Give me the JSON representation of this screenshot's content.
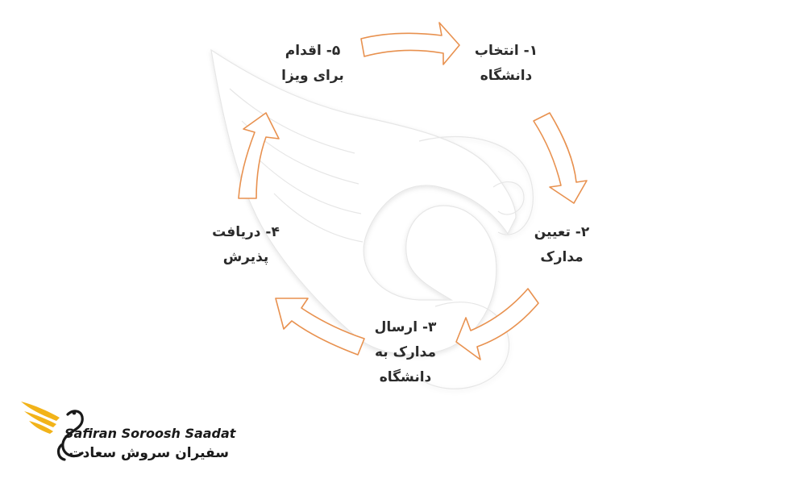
{
  "steps": [
    {
      "line1": "۱- انتخاب",
      "line2": "دانشگاه"
    },
    {
      "line1": "۲- تعیین",
      "line2": "مدارک"
    },
    {
      "line1": "۳- ارسال",
      "line2": "مدارک به",
      "line3": "دانشگاه"
    },
    {
      "line1": "۴- دریافت",
      "line2": "پذیرش"
    },
    {
      "line1": "۵- اقدام",
      "line2": "برای ویزا"
    }
  ],
  "brand": {
    "name_en": "Safiran Soroosh Saadat",
    "name_fa": "سفیران سروش سعادت"
  },
  "colors": {
    "arrow_stroke": "#e8914f",
    "watermark": "#e4e4e4",
    "logo_gold": "#f2b319",
    "text": "#2b2b2b"
  },
  "icons": [
    "curved-arrow-icon",
    "swan-wing-watermark",
    "swan-logo-icon"
  ]
}
